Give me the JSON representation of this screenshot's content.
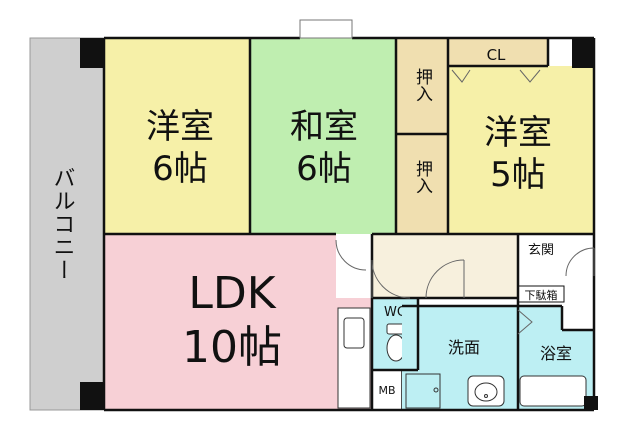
{
  "colors": {
    "balcony": "#cfcfcf",
    "western_room": "#f6f0a8",
    "japanese_room": "#bfeeb0",
    "ldk": "#f7d0d6",
    "closet": "#f0dfb0",
    "corridor": "#f7f0dd",
    "bath": "#bdeff3",
    "wall": "#111111"
  },
  "rooms": {
    "balcony": {
      "label": "バルコニー"
    },
    "western_1": {
      "kind": "洋室",
      "size": "6帖"
    },
    "japanese": {
      "kind": "和室",
      "size": "6帖"
    },
    "oshiire_1": {
      "label": "押入"
    },
    "oshiire_2": {
      "label": "押入"
    },
    "closet": {
      "label": "CL"
    },
    "western_2": {
      "kind": "洋室",
      "size": "5帖"
    },
    "ldk": {
      "kind": "LDK",
      "size": "10帖"
    },
    "entrance": {
      "label": "玄関"
    },
    "shoe_box": {
      "label": "下駄箱"
    },
    "wc": {
      "label": "WC"
    },
    "washroom": {
      "label": "洗面"
    },
    "bathroom": {
      "label": "浴室"
    },
    "mb": {
      "label": "MB"
    }
  },
  "icons": [
    "toilet-icon",
    "kitchen-sink-icon",
    "washing-machine-icon",
    "wash-basin-icon",
    "bathtub-icon",
    "door-swing-icon"
  ]
}
